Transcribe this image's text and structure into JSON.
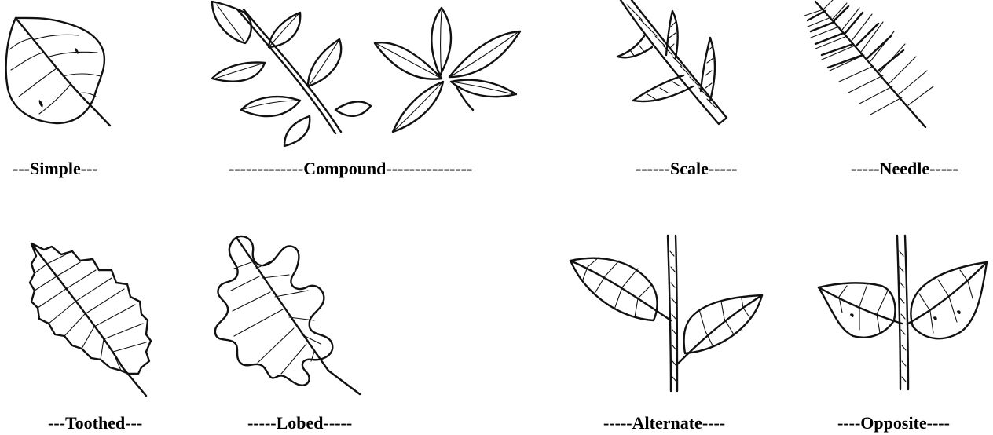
{
  "figures": [
    {
      "id": "simple",
      "label": "---Simple---"
    },
    {
      "id": "compound",
      "label": "-------------Compound---------------"
    },
    {
      "id": "scale",
      "label": "------Scale-----"
    },
    {
      "id": "needle",
      "label": "-----Needle-----"
    },
    {
      "id": "toothed",
      "label": "---Toothed---"
    },
    {
      "id": "lobed",
      "label": "-----Lobed-----"
    },
    {
      "id": "alternate",
      "label": "-----Alternate----"
    },
    {
      "id": "opposite",
      "label": "----Opposite----"
    }
  ]
}
